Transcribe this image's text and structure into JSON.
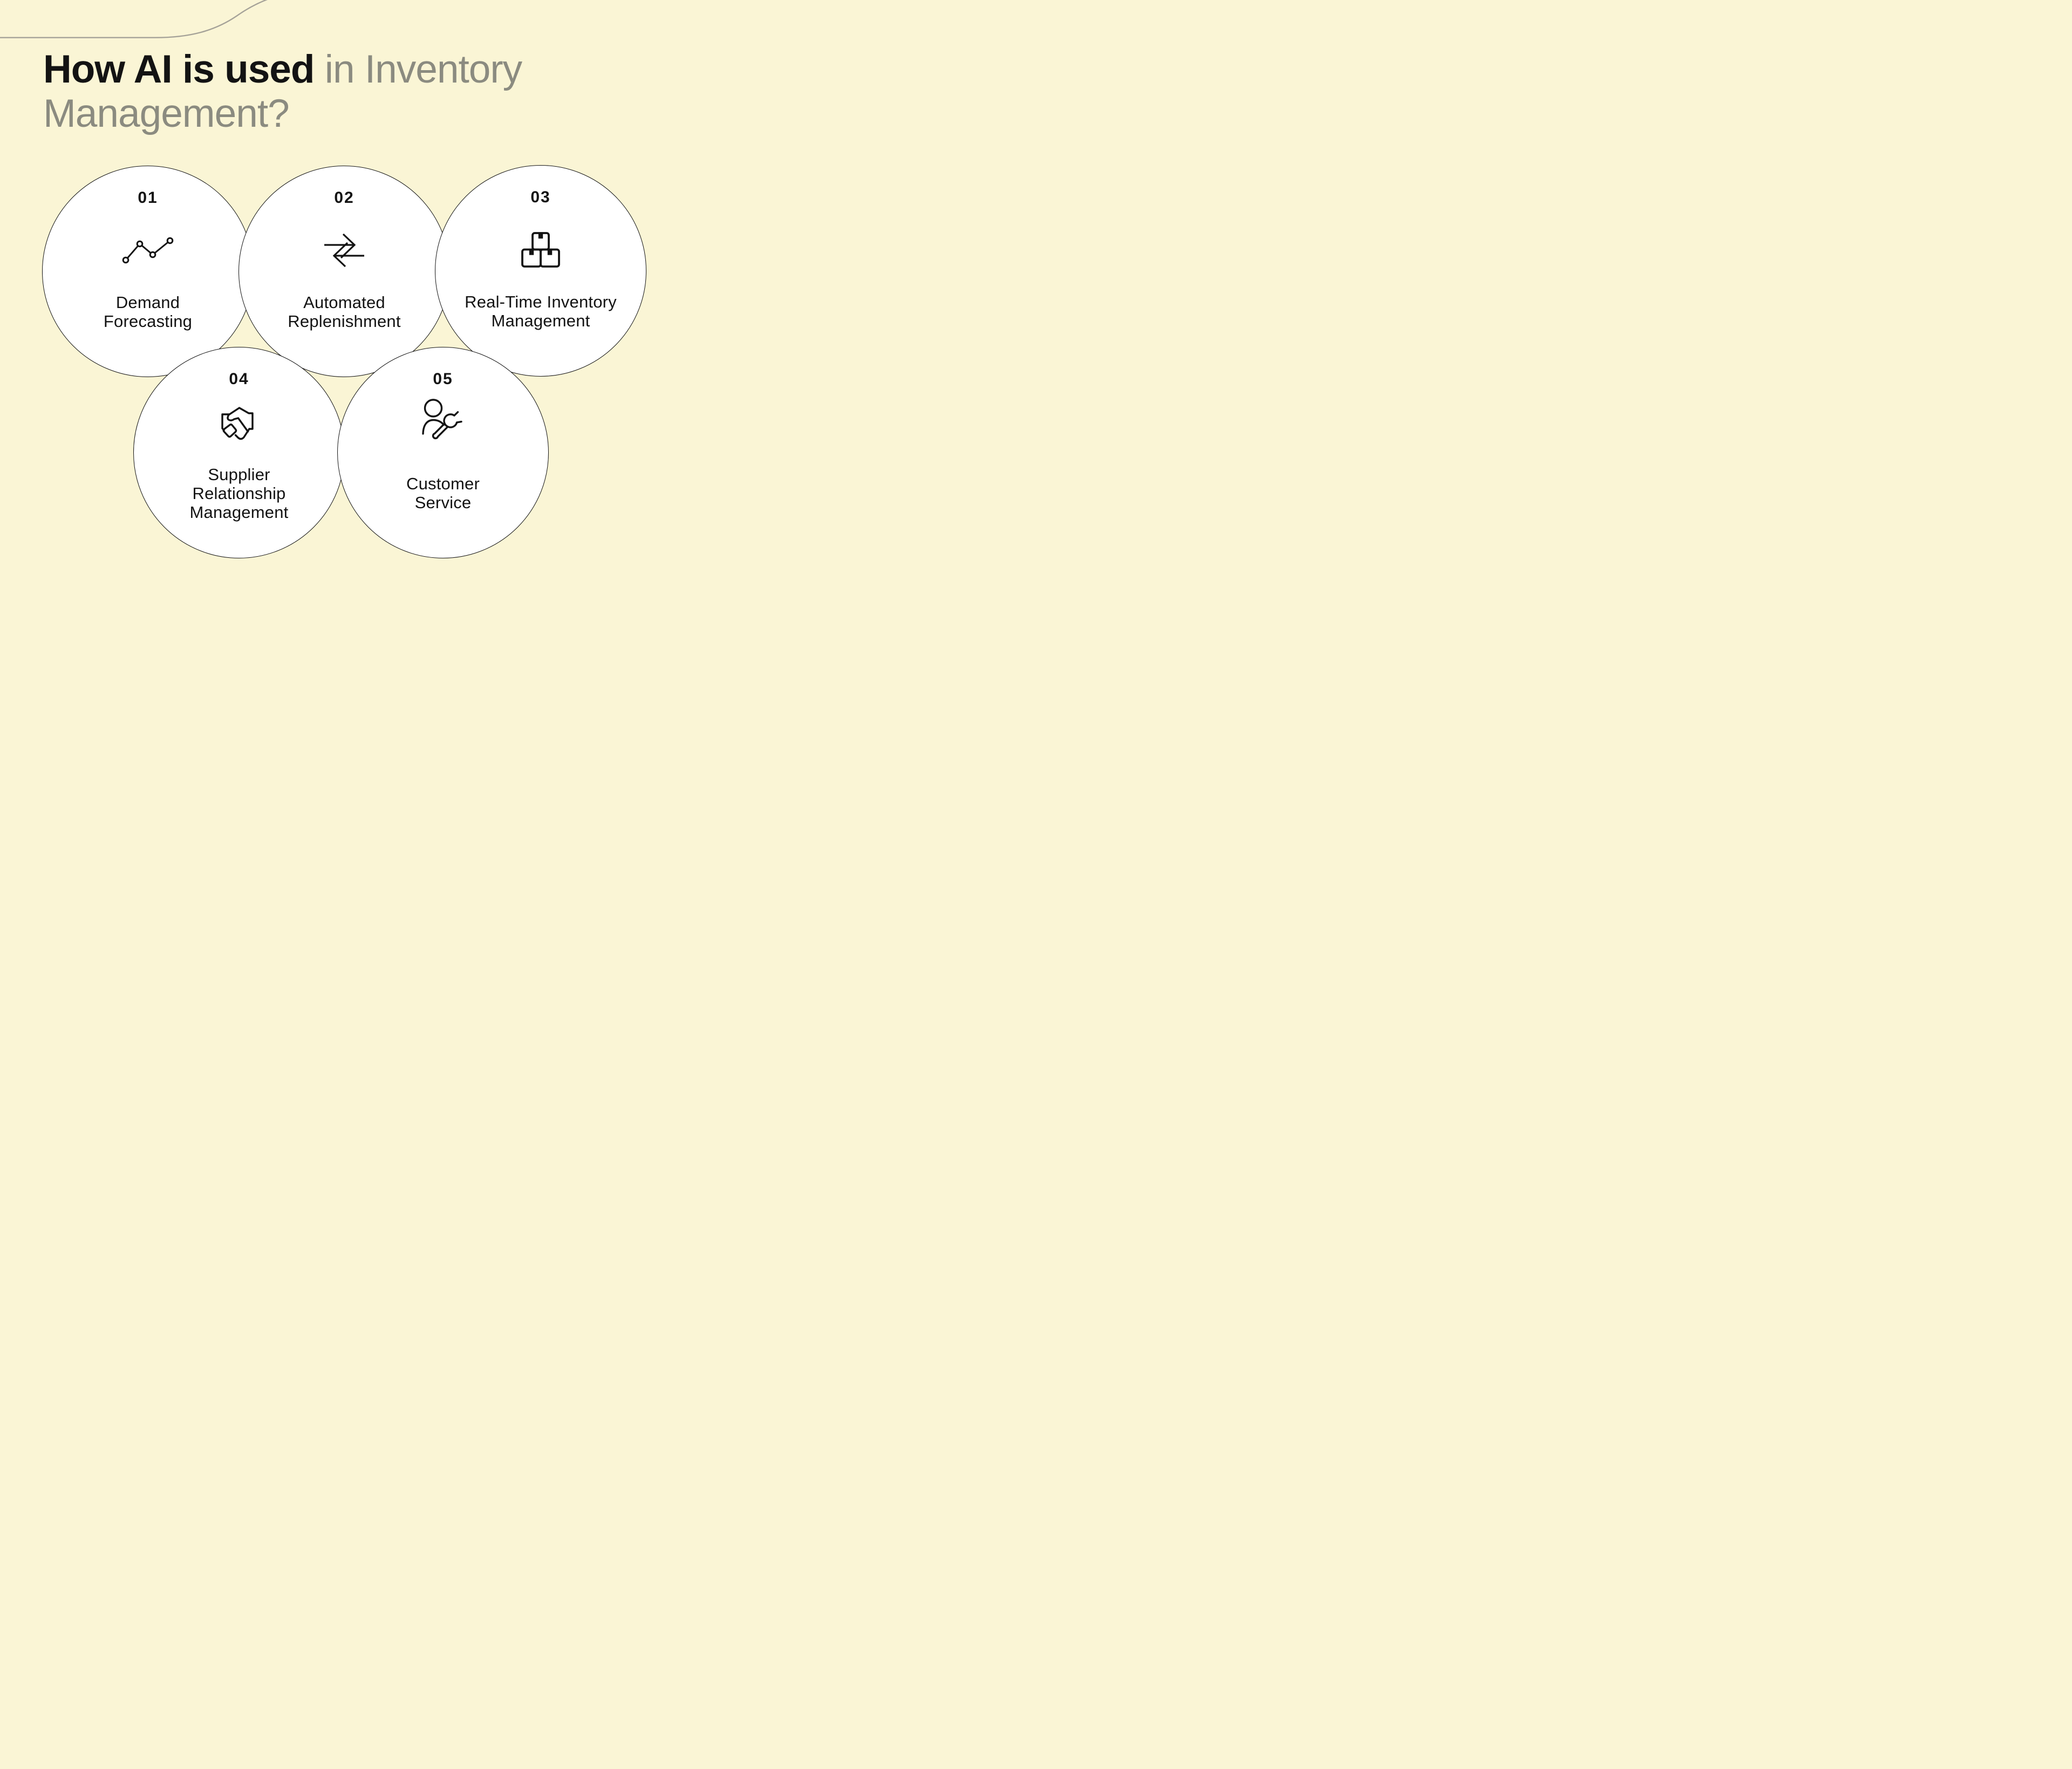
{
  "title": {
    "highlight": "How AI is used",
    "gray_line1": " in Inventory",
    "gray_line2": "Management?"
  },
  "colors": {
    "background": "#FAF5D5",
    "circle_fill": "#FFFFFF",
    "ink": "#131313",
    "title_gray": "#8B8B80",
    "decorative_curve_gray": "#A5A298"
  },
  "circles": [
    {
      "number": "01",
      "icon": "trend-line-chart-icon",
      "label_lines": [
        "Demand",
        "Forecasting"
      ]
    },
    {
      "number": "02",
      "icon": "swap-arrows-icon",
      "label_lines": [
        "Automated",
        "Replenishment"
      ]
    },
    {
      "number": "03",
      "icon": "stacked-boxes-icon",
      "label_lines": [
        "Real-Time Inventory",
        "Management"
      ]
    },
    {
      "number": "04",
      "icon": "handshake-icon",
      "label_lines": [
        "Supplier",
        "Relationship",
        "Management"
      ]
    },
    {
      "number": "05",
      "icon": "person-wrench-icon",
      "label_lines": [
        "Customer",
        "Service"
      ]
    }
  ]
}
